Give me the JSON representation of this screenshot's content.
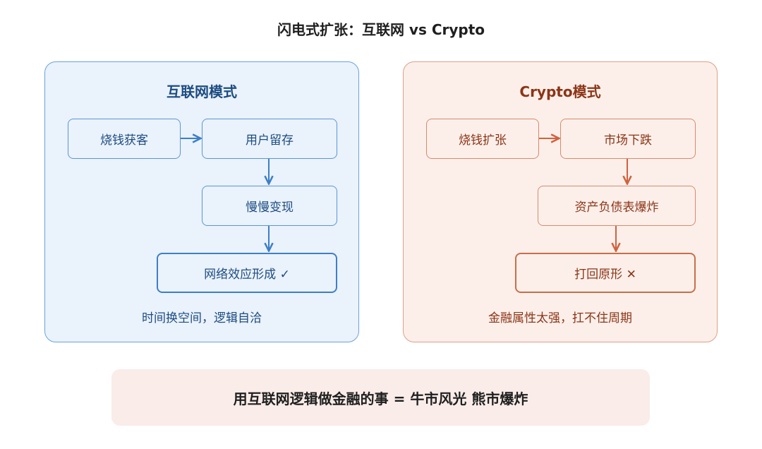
{
  "title": "闪电式扩张：互联网 vs Crypto",
  "left_panel": {
    "heading": "互联网模式",
    "nodes": {
      "acquire": "烧钱获客",
      "retain": "用户留存",
      "monetize": "慢慢变现",
      "network": "网络效应形成 ✓"
    },
    "caption": "时间换空间，逻辑自洽"
  },
  "right_panel": {
    "heading": "Crypto模式",
    "nodes": {
      "expand": "烧钱扩张",
      "decline": "市场下跌",
      "explode": "资产负债表爆炸",
      "reset": "打回原形 ✕"
    },
    "caption": "金融属性太强，扛不住周期"
  },
  "conclusion": "用互联网逻辑做金融的事 = 牛市风光 熊市爆炸",
  "colors": {
    "blue_accent": "#3d7fc6",
    "orange_accent": "#d0623d",
    "blue_panel_bg": "#eaf2fc",
    "orange_panel_bg": "#fcefea",
    "conclusion_bg": "#f9ece9"
  }
}
